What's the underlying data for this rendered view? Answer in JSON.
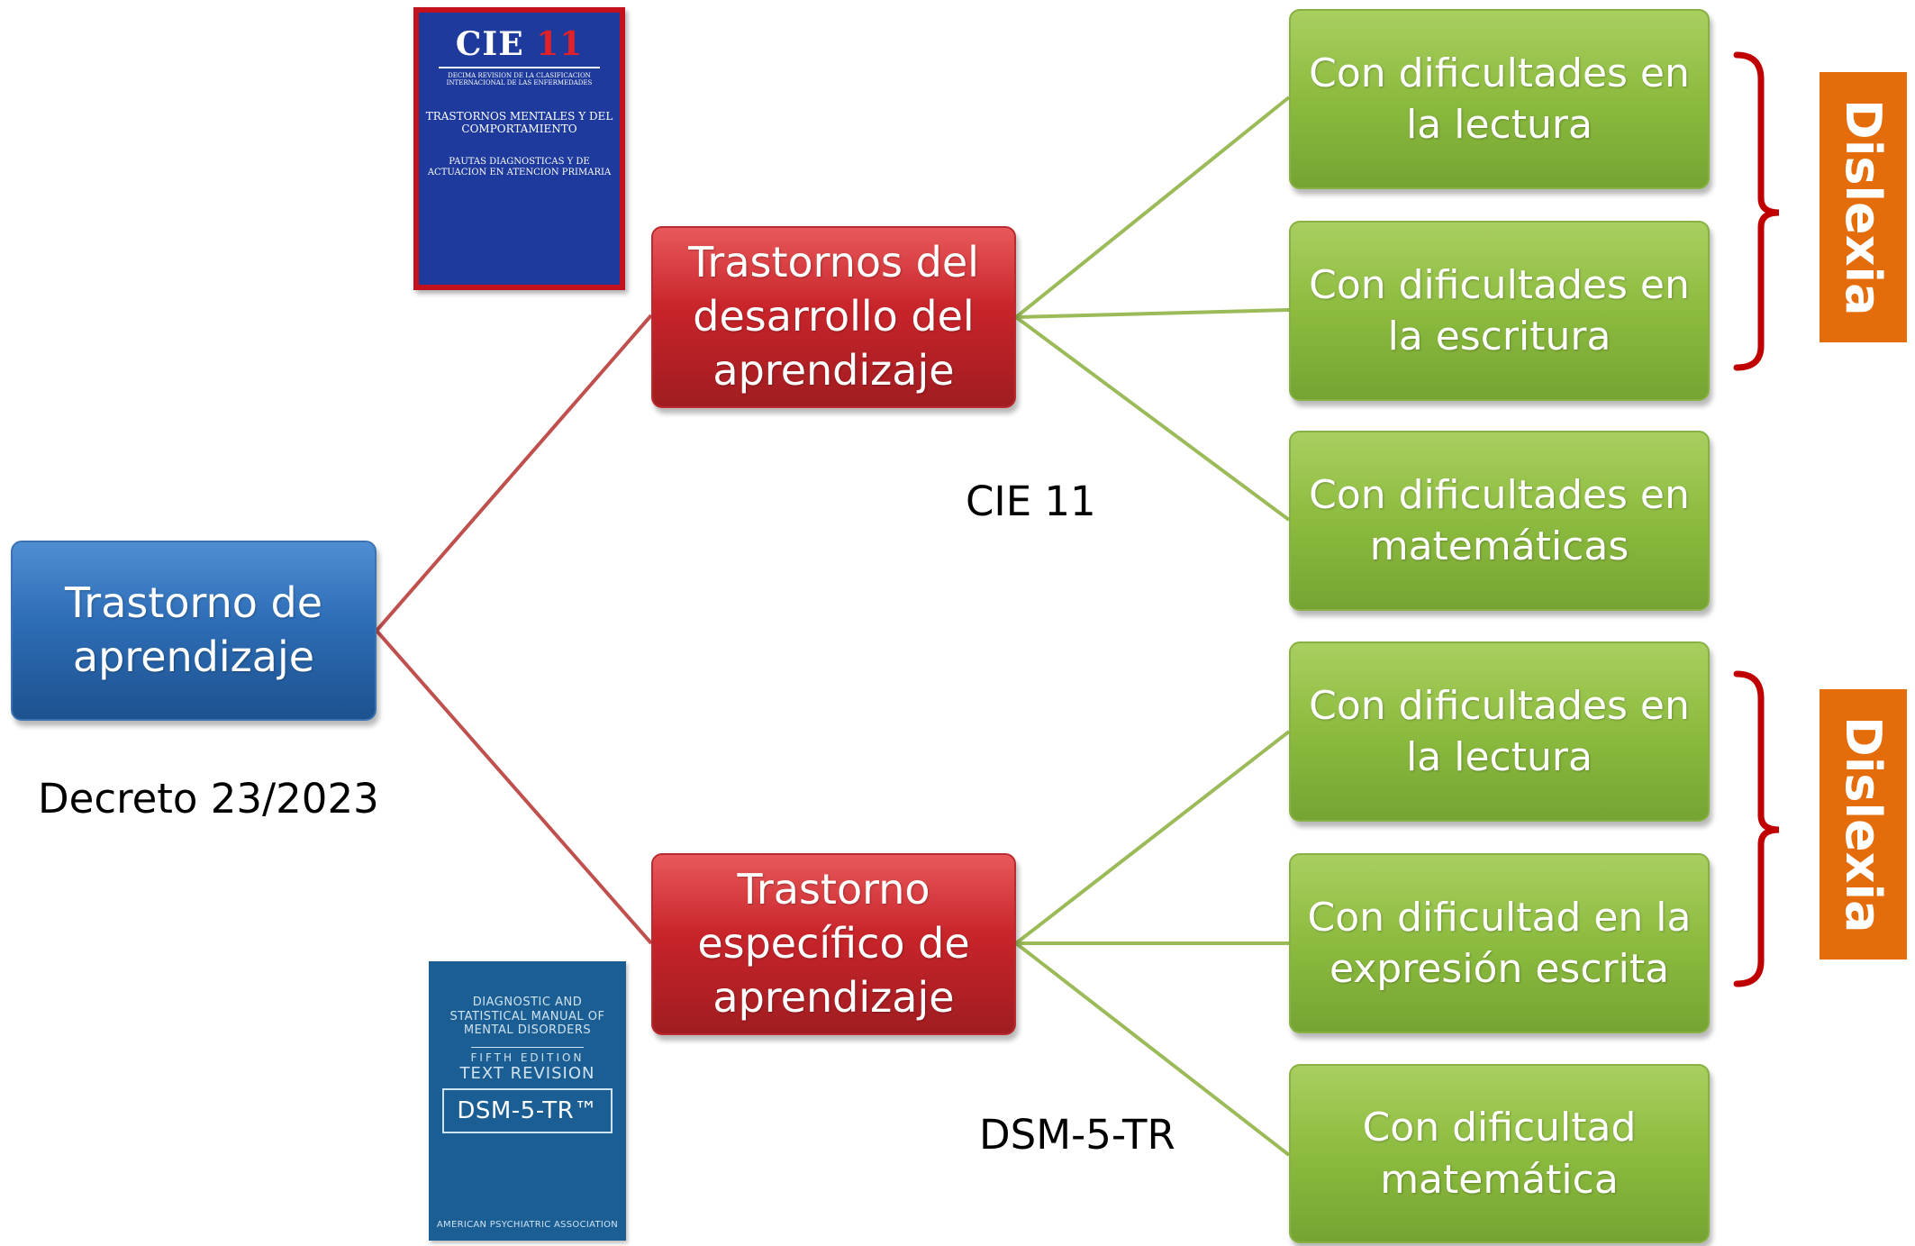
{
  "root": {
    "label": "Trastorno de aprendizaje",
    "caption": "Decreto 23/2023"
  },
  "branches": [
    {
      "label": "Trastornos del desarrollo del aprendizaje",
      "caption": "CIE 11",
      "children": [
        "Con dificultades en la lectura",
        "Con dificultades en la escritura",
        "Con dificultades en matemáticas"
      ]
    },
    {
      "label": "Trastorno específico de aprendizaje",
      "caption": "DSM-5-TR",
      "children": [
        "Con dificultades en la lectura",
        "Con dificultad en la expresión escrita",
        "Con dificultad matemática"
      ]
    }
  ],
  "tags": [
    "Dislexia",
    "Dislexia"
  ],
  "covers": {
    "cie": {
      "title": "CIE",
      "title_num": "11",
      "subtitle": "DECIMA REVISION DE LA CLASIFICACION INTERNACIONAL DE LAS ENFERMEDADES",
      "middle": "TRASTORNOS MENTALES Y DEL COMPORTAMIENTO",
      "lower": "PAUTAS DIAGNOSTICAS Y DE ACTUACION EN ATENCION PRIMARIA"
    },
    "dsm": {
      "top": "DIAGNOSTIC AND STATISTICAL MANUAL OF MENTAL DISORDERS",
      "edition": "FIFTH EDITION",
      "revision": "TEXT REVISION",
      "name": "DSM-5-TR™",
      "publisher": "AMERICAN PSYCHIATRIC ASSOCIATION"
    }
  },
  "colors": {
    "root": "#2d6db6",
    "branch": "#c8242a",
    "leaf": "#8cbb3f",
    "tag": "#e46c0a",
    "root_connector": "#c0504d",
    "leaf_connector": "#9bbb59",
    "bracket": "#c00000"
  }
}
